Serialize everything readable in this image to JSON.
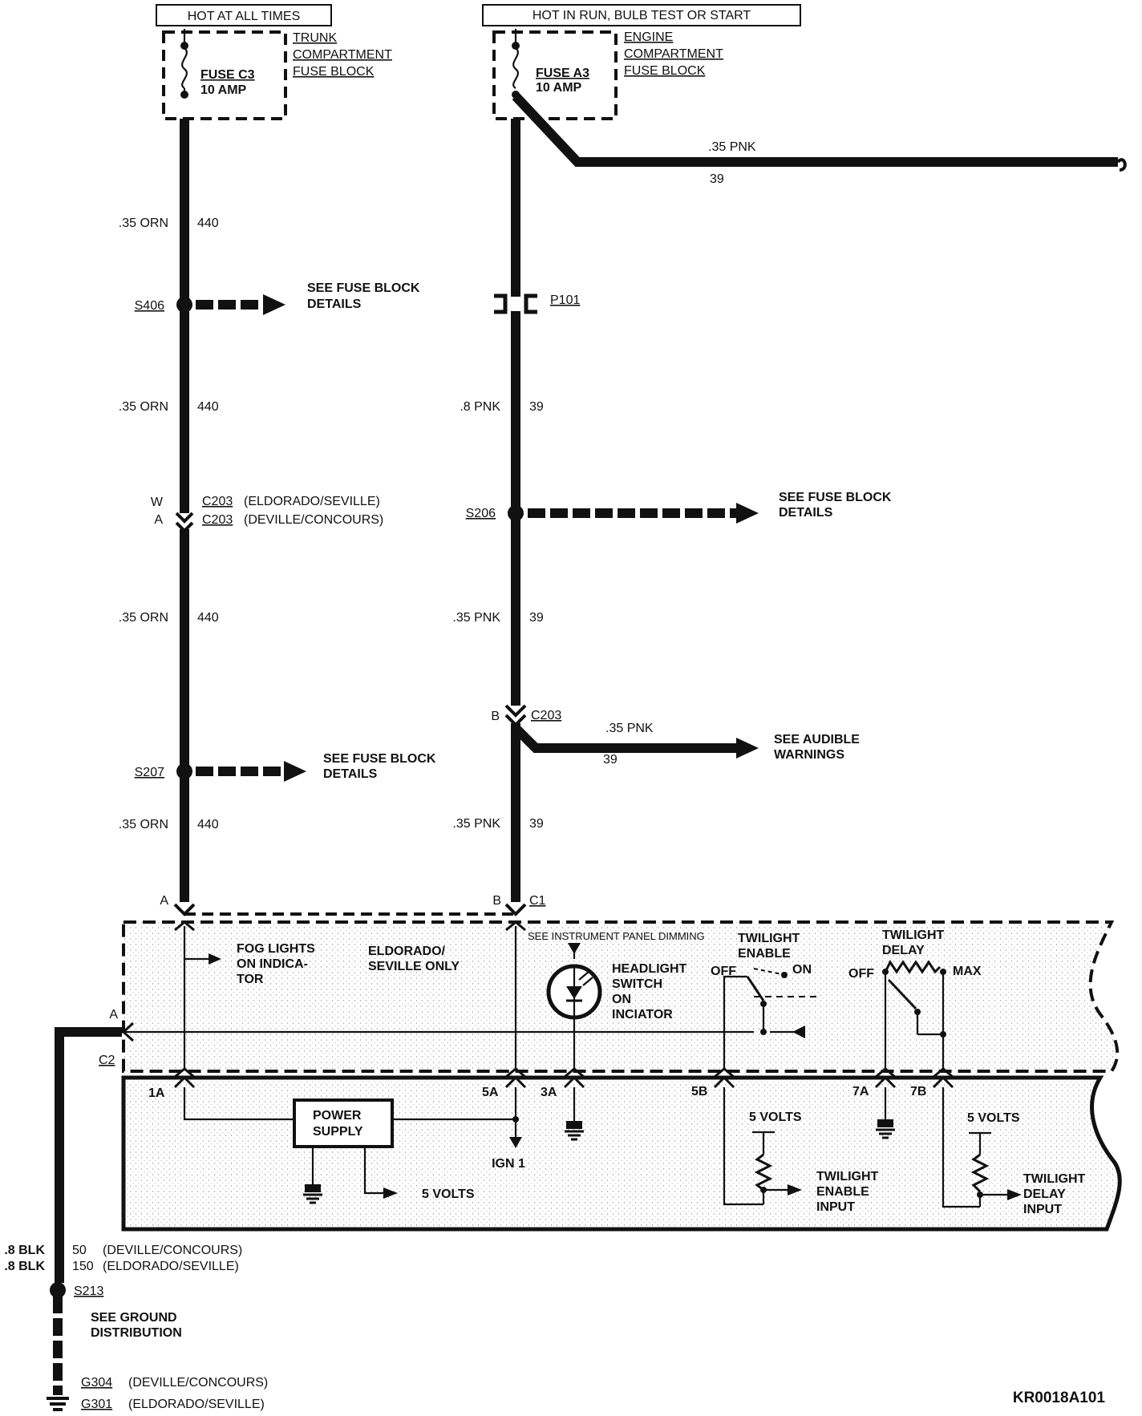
{
  "header": {
    "hot_at_all_times": "HOT AT ALL TIMES",
    "hot_in_run": "HOT IN RUN, BULB TEST OR START"
  },
  "left_fuse": {
    "name": "FUSE C3",
    "rating": "10 AMP",
    "block_line1": "TRUNK",
    "block_line2": "COMPARTMENT",
    "block_line3": "FUSE BLOCK"
  },
  "right_fuse": {
    "name": "FUSE A3",
    "rating": "10 AMP",
    "block_line1": "ENGINE",
    "block_line2": "COMPARTMENT",
    "block_line3": "FUSE BLOCK"
  },
  "left_circuit": {
    "wire1_color": ".35 ORN",
    "wire1_num": "440",
    "splice1": "S406",
    "splice1_note_l1": "SEE FUSE BLOCK",
    "splice1_note_l2": "DETAILS",
    "wire2_color": ".35 ORN",
    "wire2_num": "440",
    "conn_pin_w": "W",
    "conn_pin_a": "A",
    "conn_name1": "C203",
    "conn_note1": "(ELDORADO/SEVILLE)",
    "conn_name2": "C203",
    "conn_note2": "(DEVILLE/CONCOURS)",
    "wire3_color": ".35 ORN",
    "wire3_num": "440",
    "splice2": "S207",
    "splice2_note_l1": "SEE FUSE BLOCK",
    "splice2_note_l2": "DETAILS",
    "wire4_color": ".35 ORN",
    "wire4_num": "440",
    "bottom_pin": "A"
  },
  "right_circuit": {
    "branch_color": ".35 PNK",
    "branch_num": "39",
    "p101": "P101",
    "wire1_color": ".8 PNK",
    "wire1_num": "39",
    "splice1": "S206",
    "splice1_note_l1": "SEE FUSE BLOCK",
    "splice1_note_l2": "DETAILS",
    "wire2_color": ".35 PNK",
    "wire2_num": "39",
    "conn_pin": "B",
    "conn_name": "C203",
    "branch2_color": ".35 PNK",
    "branch2_num": "39",
    "branch2_note_l1": "SEE AUDIBLE",
    "branch2_note_l2": "WARNINGS",
    "wire3_color": ".35 PNK",
    "wire3_num": "39",
    "bottom_pin": "B",
    "c1": "C1"
  },
  "switch_box": {
    "dimming_note": "SEE INSTRUMENT PANEL DIMMING",
    "fog_l1": "FOG LIGHTS",
    "fog_l2": "ON INDICA-",
    "fog_l3": "TOR",
    "eldo_l1": "ELDORADO/",
    "eldo_l2": "SEVILLE ONLY",
    "head_l1": "HEADLIGHT",
    "head_l2": "SWITCH",
    "head_l3": "ON",
    "head_l4": "INCIATOR",
    "twe_l1": "TWILIGHT",
    "twe_l2": "ENABLE",
    "twe_off": "OFF",
    "twe_on": "ON",
    "twd_l1": "TWILIGHT",
    "twd_l2": "DELAY",
    "twd_off": "OFF",
    "twd_max": "MAX",
    "pin_a": "A",
    "c2": "C2"
  },
  "module_box": {
    "pin_1a": "1A",
    "pin_5a": "5A",
    "pin_3a": "3A",
    "pin_5b": "5B",
    "pin_7a": "7A",
    "pin_7b": "7B",
    "ps_l1": "POWER",
    "ps_l2": "SUPPLY",
    "ign1": "IGN 1",
    "five_volts_out": "5 VOLTS",
    "five_volts_1": "5 VOLTS",
    "tw_enable_in_l1": "TWILIGHT",
    "tw_enable_in_l2": "ENABLE",
    "tw_enable_in_l3": "INPUT",
    "five_volts_2": "5 VOLTS",
    "tw_delay_in_l1": "TWILIGHT",
    "tw_delay_in_l2": "DELAY",
    "tw_delay_in_l3": "INPUT"
  },
  "ground": {
    "g_color1": ".8 BLK",
    "g_num1": "50",
    "g_note1": "(DEVILLE/CONCOURS)",
    "g_color2": ".8 BLK",
    "g_num2": "150",
    "g_note2": "(ELDORADO/SEVILLE)",
    "splice": "S213",
    "see_l1": "SEE GROUND",
    "see_l2": "DISTRIBUTION",
    "g304": "G304",
    "g304_note": "(DEVILLE/CONCOURS)",
    "g301": "G301",
    "g301_note": "(ELDORADO/SEVILLE)"
  },
  "figure_id": "KR0018A101"
}
